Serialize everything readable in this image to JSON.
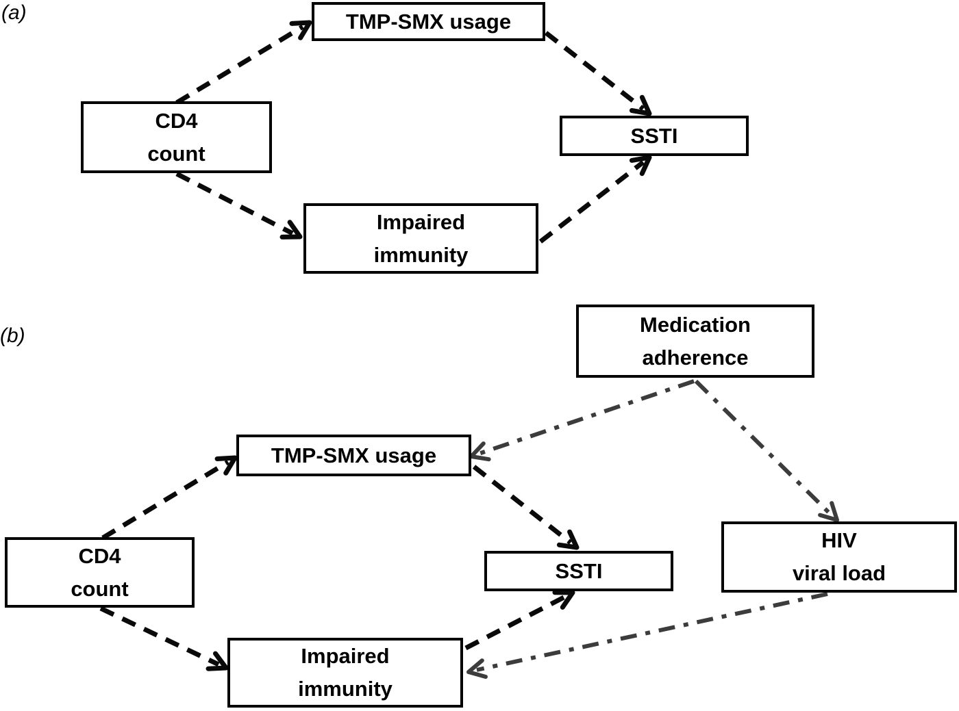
{
  "figure": {
    "type": "causal-diagram",
    "background": "#ffffff"
  },
  "colors": {
    "box_border": "#000000",
    "box_fill": "#ffffff",
    "text": "#000000",
    "edge_dashed_black": "#0a0a0a",
    "edge_dashdot_gray": "#3c3c3c"
  },
  "panels": {
    "a": {
      "label": "(a)",
      "nodes": {
        "tmp_smx": {
          "line1": "TMP-SMX usage",
          "line2": ""
        },
        "cd4": {
          "line1": "CD4",
          "line2": "count"
        },
        "ssti": {
          "line1": "SSTI",
          "line2": ""
        },
        "impaired": {
          "line1": "Impaired",
          "line2": "immunity"
        }
      }
    },
    "b": {
      "label": "(b)",
      "nodes": {
        "medication": {
          "line1": "Medication",
          "line2": "adherence"
        },
        "tmp_smx": {
          "line1": "TMP-SMX usage",
          "line2": ""
        },
        "cd4": {
          "line1": "CD4",
          "line2": "count"
        },
        "ssti": {
          "line1": "SSTI",
          "line2": ""
        },
        "hiv": {
          "line1": "HIV",
          "line2": "viral load"
        },
        "impaired": {
          "line1": "Impaired",
          "line2": "immunity"
        }
      }
    }
  },
  "edges": [
    {
      "panel": "a",
      "from": "cd4",
      "to": "tmp_smx",
      "style": "dashed-black"
    },
    {
      "panel": "a",
      "from": "tmp_smx",
      "to": "ssti",
      "style": "dashed-black"
    },
    {
      "panel": "a",
      "from": "cd4",
      "to": "impaired",
      "style": "dashed-black"
    },
    {
      "panel": "a",
      "from": "impaired",
      "to": "ssti",
      "style": "dashed-black"
    },
    {
      "panel": "b",
      "from": "cd4",
      "to": "tmp_smx",
      "style": "dashed-black"
    },
    {
      "panel": "b",
      "from": "cd4",
      "to": "impaired",
      "style": "dashed-black"
    },
    {
      "panel": "b",
      "from": "tmp_smx",
      "to": "ssti",
      "style": "dashed-black"
    },
    {
      "panel": "b",
      "from": "impaired",
      "to": "ssti",
      "style": "dashed-black"
    },
    {
      "panel": "b",
      "from": "medication",
      "to": "tmp_smx",
      "style": "dashdot-gray"
    },
    {
      "panel": "b",
      "from": "medication",
      "to": "hiv",
      "style": "dashdot-gray"
    },
    {
      "panel": "b",
      "from": "hiv",
      "to": "impaired",
      "style": "dashdot-gray"
    }
  ]
}
